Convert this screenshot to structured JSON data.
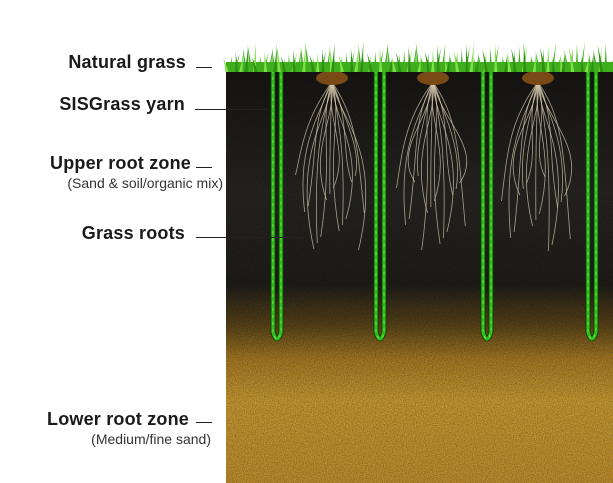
{
  "labels": {
    "natural_grass": "Natural grass",
    "sisgrass_yarn": "SISGrass yarn",
    "upper_root_zone": "Upper root zone",
    "upper_root_zone_detail": "(Sand & soil/organic mix)",
    "grass_roots": "Grass roots",
    "lower_root_zone": "Lower root zone",
    "lower_root_zone_detail": "(Medium/fine sand)"
  },
  "colors": {
    "grass": "#3fae1d",
    "grass_light": "#7ee04a",
    "upper_soil": "#1f1e1c",
    "lower_sand": "#c9962c",
    "yarn": "#2fbf1a",
    "roots": "#d9ccb0"
  }
}
